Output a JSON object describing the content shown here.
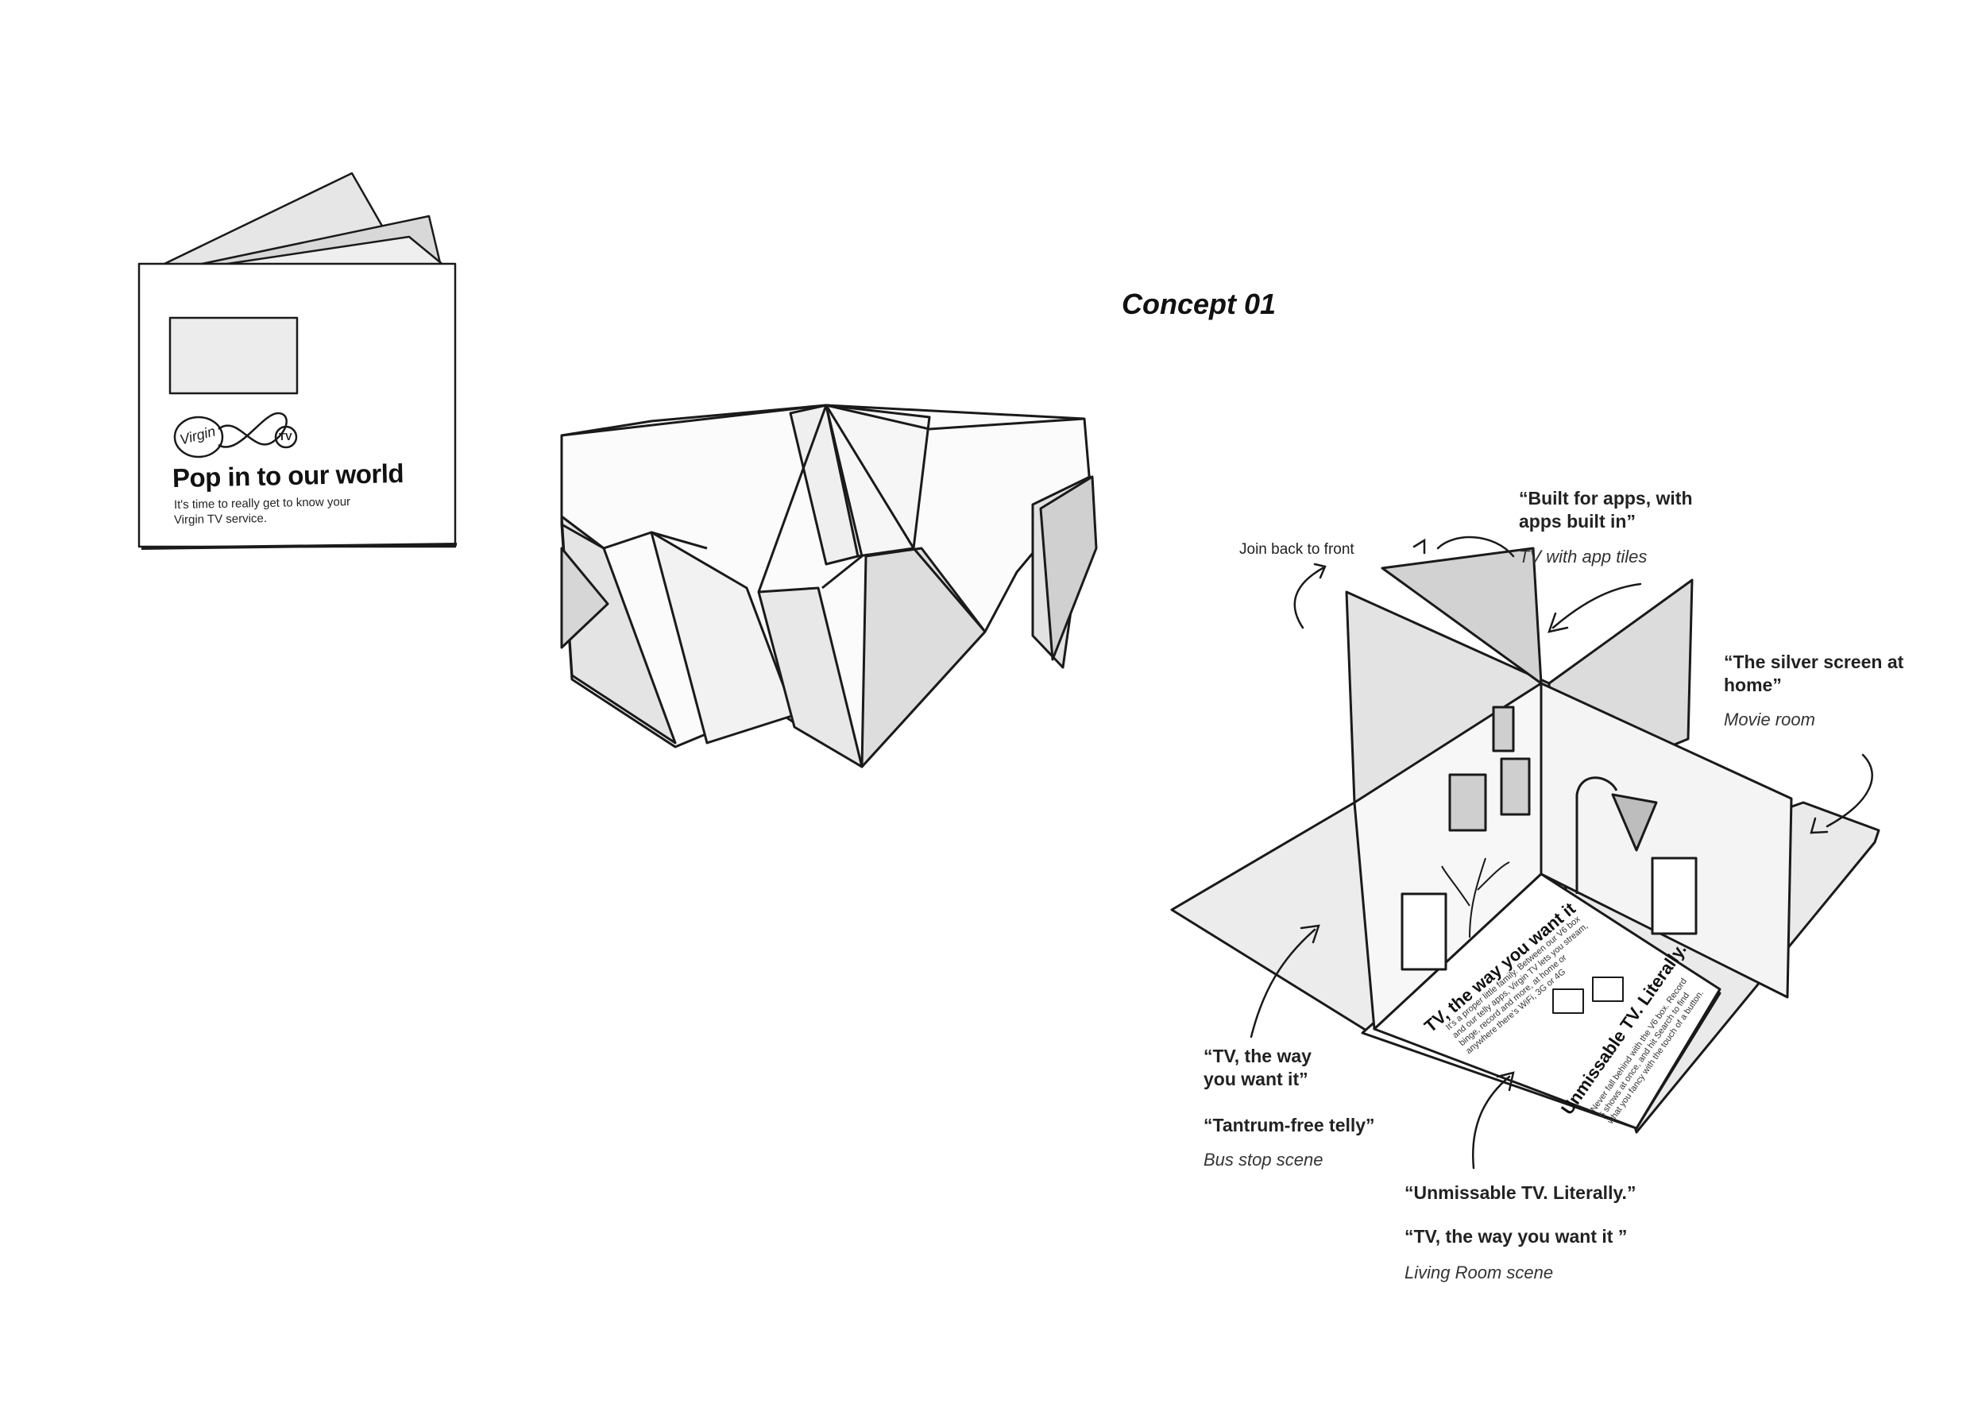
{
  "title": "Concept 01",
  "booklet": {
    "logo_text": "Virgin",
    "logo_badge": "TV",
    "headline": "Pop in to our world",
    "subline_1": "It's time to really get to know your",
    "subline_2": "Virgin TV service."
  },
  "annotations": {
    "join_note": "Join back to front",
    "apps_quote_1": "“Built for apps, with",
    "apps_quote_2": "apps built in”",
    "apps_caption": "TV with app tiles",
    "silver_quote_1": "“The silver screen at",
    "silver_quote_2": "home”",
    "silver_caption": "Movie room",
    "tv_way_quote_1": "“TV, the way",
    "tv_way_quote_2": "you want it”",
    "tantrum_quote": "“Tantrum-free telly”",
    "bus_caption": "Bus stop scene",
    "unmissable_quote": "“Unmissable TV. Literally.”",
    "tv_way_quote_b": "“TV, the way you want it ”",
    "living_caption": "Living Room scene"
  },
  "panels": {
    "left_head": "TV, the way you want it",
    "left_body": "It's a proper little family. Between our V6 box and our telly apps, Virgin TV lets you stream, binge, record and more, at home or anywhere there's WiFi, 3G or 4G",
    "right_head": "Unmissable TV. Literally.",
    "right_body": "Never fall behind with the V6 box. Record 6 shows at once, and hit Search to find what you fancy with the touch of a button."
  }
}
